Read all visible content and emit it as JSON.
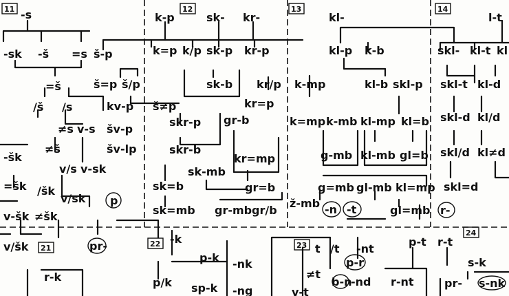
{
  "section_numbers": [
    "11",
    "12",
    "13",
    "14",
    "21",
    "22",
    "23",
    "24"
  ],
  "nodes": [
    "-s",
    "k-p",
    "sk-",
    "kr-",
    "kl-",
    "l-t",
    "-sk",
    "-š",
    "=s",
    "š-p",
    "k=p",
    "k/p",
    "sk-p",
    "kr-p",
    "kl-p",
    "k-b",
    "skl-",
    "kl-t",
    "kl",
    "=š",
    "š=p",
    "š/p",
    "sk-b",
    "kr/p",
    "k-mp",
    "kl-b",
    "skl-p",
    "skl-t",
    "kl-d",
    "/š",
    "/s",
    "kv-p",
    "š≠p",
    "kr=p",
    "≠s",
    "v-s",
    "šv-p",
    "skr-p",
    "gr-b",
    "k=mp",
    "k-mb",
    "kl-mp",
    "kl=b",
    "skl-d",
    "kl/d",
    "-šk",
    "≠š",
    "šv-lp",
    "skr-b",
    "kr=mp",
    "g-mb",
    "kl-mb",
    "gl=b",
    "skl/d",
    "kl≠d",
    "v/s",
    "v-sk",
    "sk-mb",
    "=šk",
    "/šk",
    "v/sk",
    "sk=b",
    "gr=b",
    "g=mb",
    "gl-mb",
    "kl=mp",
    "skl=d",
    "p",
    "v-šk",
    "≠šk",
    "sk=mb",
    "gr-mb",
    "gr/b",
    "ž-mb",
    "-n",
    "-t",
    "gl=mb",
    "r-",
    "v/šk",
    "pr-",
    "-k",
    "p-t",
    "r-t",
    "p-k",
    "-nk",
    "t",
    "/t",
    "-nt",
    "p-r",
    "s-k",
    "s-nk",
    "r-k",
    "≠t",
    "b-n",
    "-nd",
    "r-nt",
    "pr-",
    "p/k",
    "sp-k",
    "-ng",
    "v-t"
  ]
}
